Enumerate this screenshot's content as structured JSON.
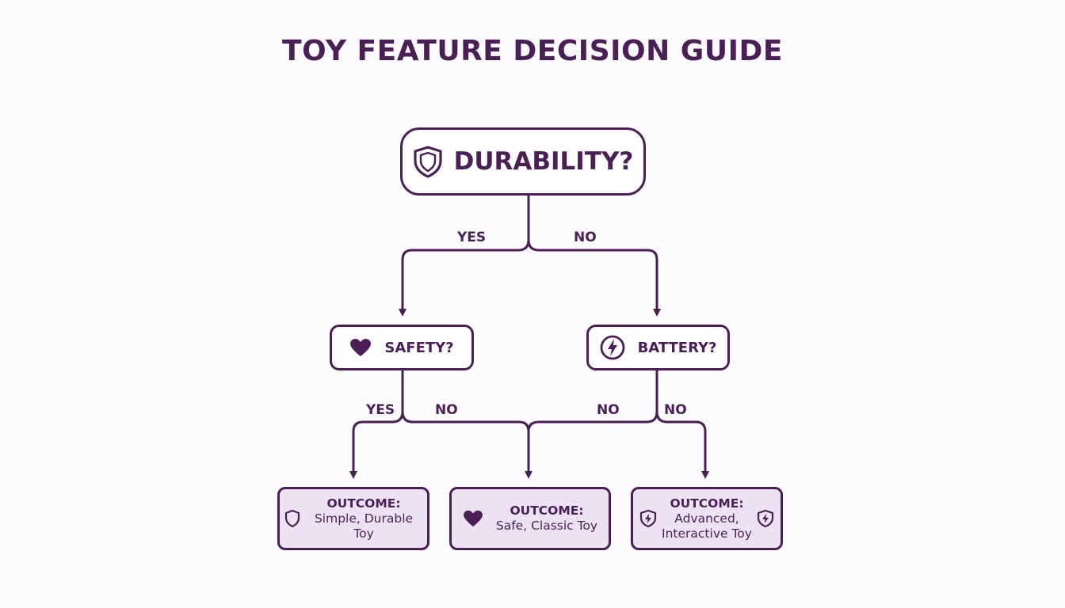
{
  "title": "TOY FEATURE DECISION GUIDE",
  "colors": {
    "primary": "#4a1f55",
    "outcome_fill": "#ece3f2",
    "background": "#fcfbfd"
  },
  "root": {
    "label": "DURABILITY?",
    "icon": "shield-icon"
  },
  "questions": [
    {
      "label": "SAFETY?",
      "icon": "heart-icon"
    },
    {
      "label": "BATTERY?",
      "icon": "lightning-icon"
    }
  ],
  "branches": {
    "durability_yes": "YES",
    "durability_no": "NO",
    "safety_yes": "YES",
    "safety_no": "NO",
    "battery_no_left": "NO",
    "battery_no_right": "NO"
  },
  "outcomes": [
    {
      "heading": "OUTCOME:",
      "lines": [
        "Simple, Durable Toy"
      ],
      "icons": [
        "shield-icon"
      ]
    },
    {
      "heading": "OUTCOME:",
      "lines": [
        "Safe, Classic Toy"
      ],
      "icons": [
        "heart-icon"
      ]
    },
    {
      "heading": "OUTCOME:",
      "lines": [
        "Advanced,",
        "Interactive Toy"
      ],
      "icons": [
        "lightning-shield-icon",
        "lightning-shield-icon"
      ]
    }
  ]
}
